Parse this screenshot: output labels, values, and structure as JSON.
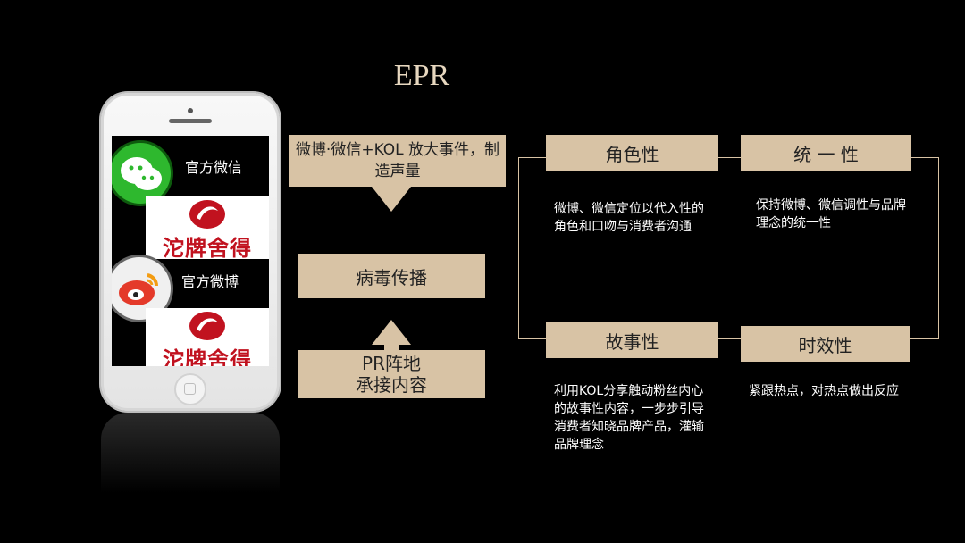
{
  "slide": {
    "title": "EPR"
  },
  "phone": {
    "rows": [
      {
        "label": "官方微信",
        "icon": "wechat-icon"
      },
      {
        "label": "官方微博",
        "icon": "weibo-icon"
      }
    ],
    "logo_text": "沱牌舍得"
  },
  "flow": {
    "top_box": "微博·微信+KOL 放大事件，制造声量",
    "middle_box": "病毒传播",
    "bottom_box": "PR阵地\n承接内容"
  },
  "attributes": [
    {
      "tag": "角色性",
      "text": "微博、微信定位以代入性的角色和口吻与消费者沟通"
    },
    {
      "tag": "统 一 性",
      "text": "保持微博、微信调性与品牌理念的统一性"
    },
    {
      "tag": "故事性",
      "text": "利用KOL分享触动粉丝内心的故事性内容，一步步引导消费者知晓品牌产品，灌输品牌理念"
    },
    {
      "tag": "时效性",
      "text": "紧跟热点，对热点做出反应"
    }
  ],
  "colors": {
    "background": "#000000",
    "accent": "#d8c3a5",
    "title": "#e7d7bf",
    "logo_red": "#c1121f",
    "wechat_green": "#2eb82e"
  }
}
